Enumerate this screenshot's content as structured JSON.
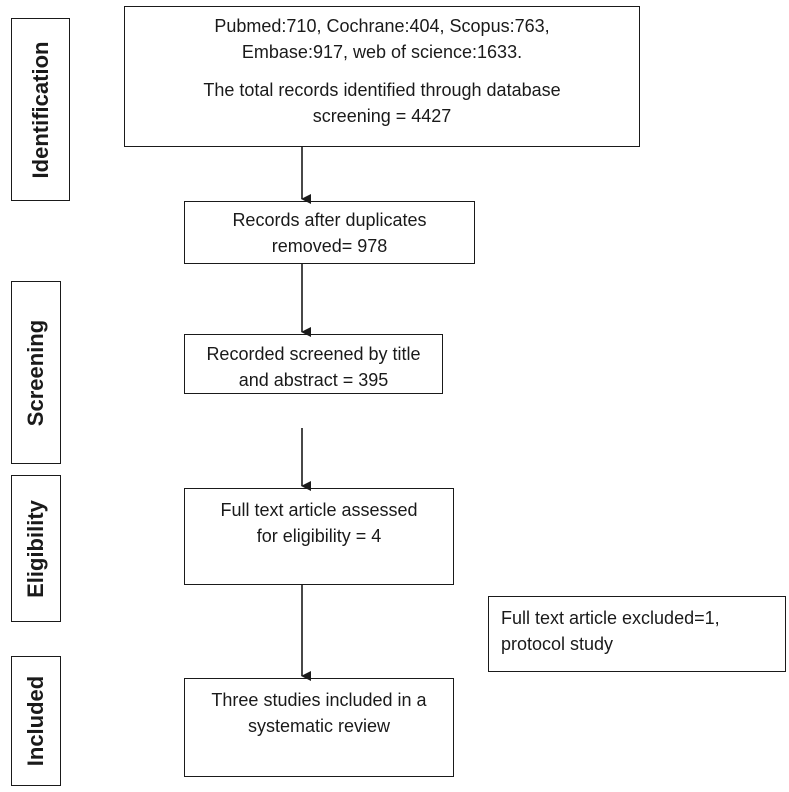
{
  "stages": {
    "identification": "Identification",
    "screening": "Screening",
    "eligibility": "Eligibility",
    "included": "Included"
  },
  "boxes": {
    "identification": {
      "line1": "Pubmed:710, Cochrane:404, Scopus:763,",
      "line2": "Embase:917, web of science:1633.",
      "line3": "The total records identified through database",
      "line4": "screening = 4427"
    },
    "duplicates": {
      "line1": "Records after duplicates",
      "line2": "removed= 978"
    },
    "screened": {
      "line1": "Recorded screened by title",
      "line2": "and abstract = 395"
    },
    "eligibility": {
      "line1": "Full text article assessed",
      "line2": "for eligibility = 4"
    },
    "included": {
      "line1": "Three studies included in a",
      "line2": "systematic review"
    },
    "excluded": {
      "line1": "Full text article excluded=1,",
      "line2": "protocol study"
    }
  }
}
